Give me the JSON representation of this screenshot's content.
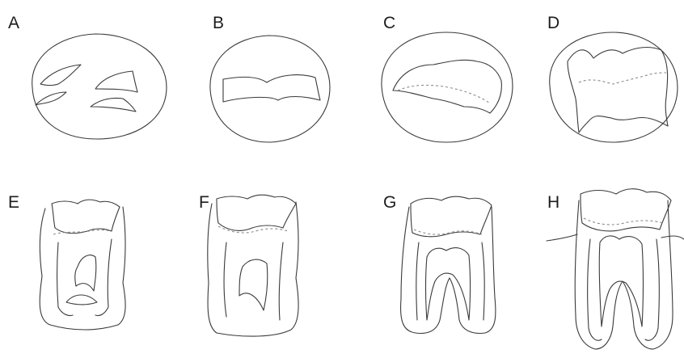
{
  "panels": [
    {
      "label": "A"
    },
    {
      "label": "B"
    },
    {
      "label": "C"
    },
    {
      "label": "D"
    },
    {
      "label": "E"
    },
    {
      "label": "F"
    },
    {
      "label": "G"
    },
    {
      "label": "H"
    }
  ],
  "colors": {
    "line": "#3a3a3a",
    "dashed": "#8a8a8a",
    "background": "#ffffff"
  }
}
